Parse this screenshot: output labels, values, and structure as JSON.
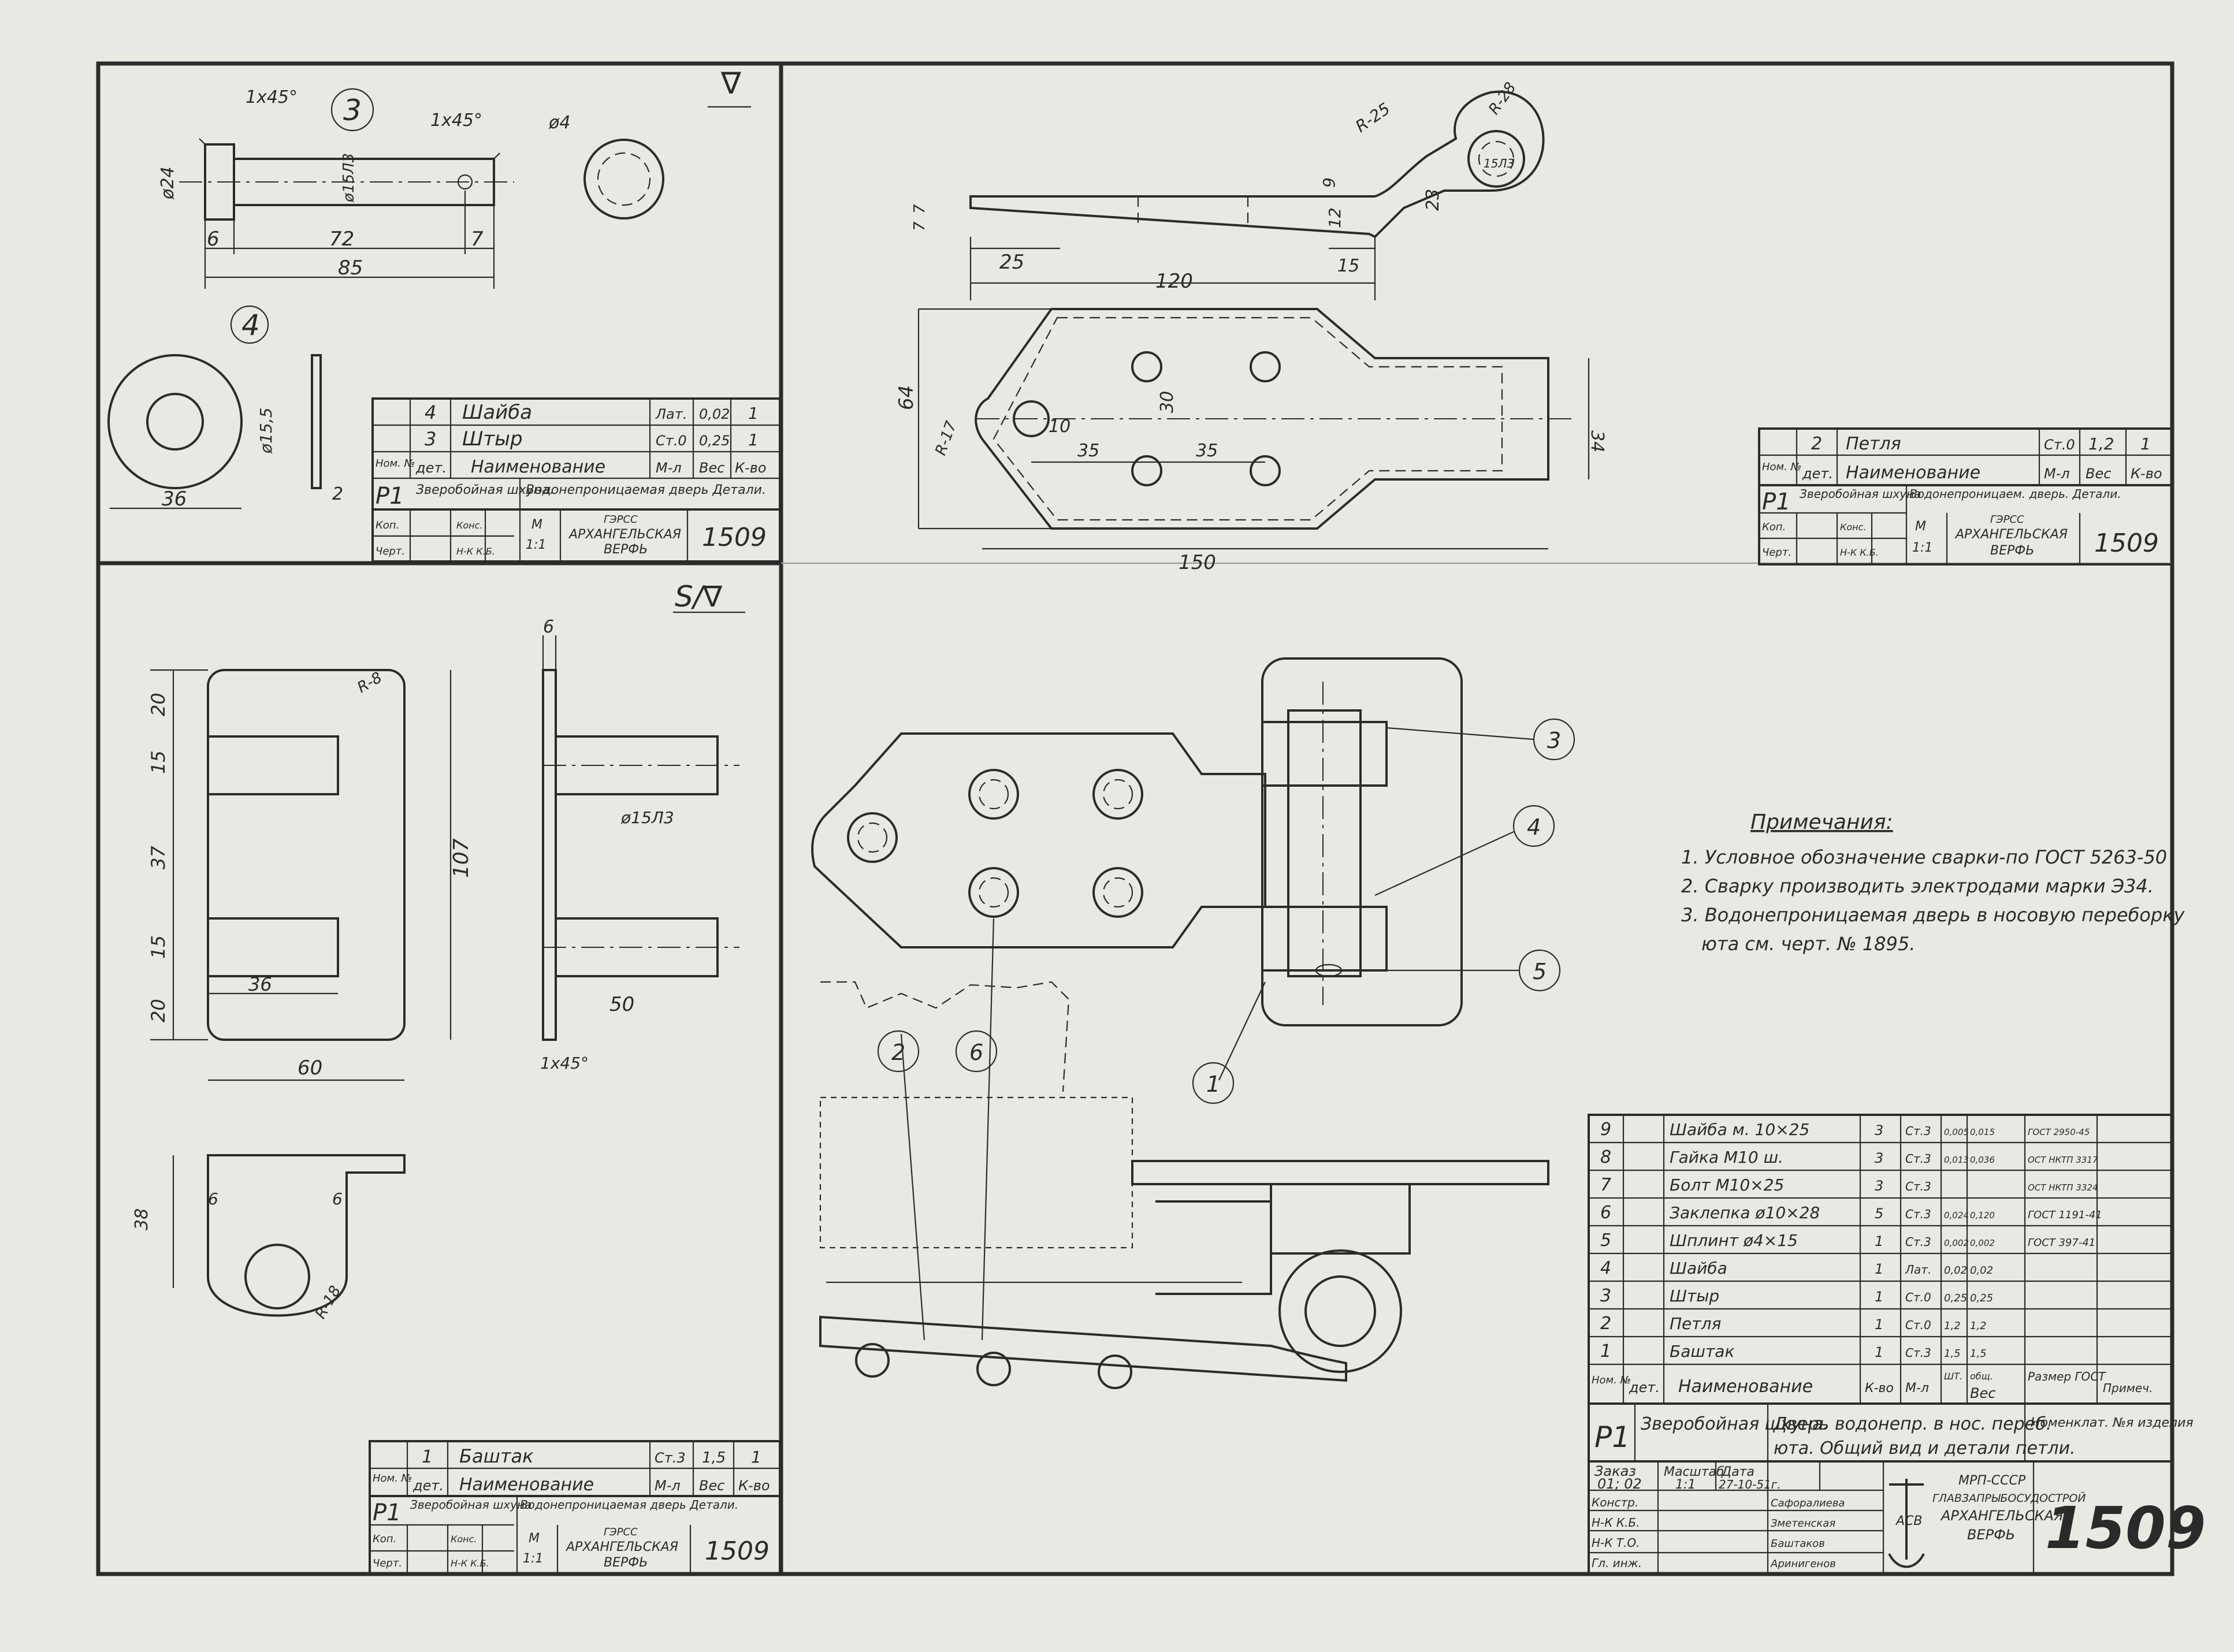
{
  "colors": {
    "paper": "#e9e8e3",
    "ink": "#2b2b2b",
    "faint_ink": "#9c9c98"
  },
  "top_left": {
    "rough": "∇",
    "pin_view": {
      "detail_num": "3",
      "chamfer_a": "1x45°",
      "chamfer_b": "1x45°",
      "dia_head": "ø24",
      "dia_shaft": "ø15Л3",
      "dia_hole": "ø4",
      "d6": "6",
      "d72": "72",
      "d7": "7",
      "d85": "85"
    },
    "washer_view": {
      "detail_num": "4",
      "dia_inner": "ø15,5",
      "d36": "36",
      "d2": "2"
    },
    "table": {
      "rows": [
        {
          "num": "4",
          "name": "Шайба",
          "mat": "Лат.",
          "weight": "0,02",
          "qty": "1"
        },
        {
          "num": "3",
          "name": "Штыр",
          "mat": "Ст.0",
          "weight": "0,25",
          "qty": "1"
        }
      ],
      "h_num": "Ном. №",
      "h_det": "дет.",
      "h_name": "Наименование",
      "h_mat": "М-л",
      "h_weight": "Вес",
      "h_qty": "К-во",
      "p1": "Р1",
      "ship": "Зверобойная шхуна.",
      "title": "Водонепроницаемая дверь Детали.",
      "kop": "Коп.",
      "chert": "Черт.",
      "kons": "Конс.",
      "nkkb": "Н-К К.Б.",
      "scale_m": "М",
      "scale": "1:1",
      "org1": "ГЭРСС",
      "org2": "АРХАНГЕЛЬСКАЯ",
      "org3": "ВЕРФЬ",
      "number": "1509"
    }
  },
  "top_right": {
    "dims": {
      "r25": "R-25",
      "r28": "R-28",
      "d15": "15Л3",
      "d9": "9",
      "d12": "12",
      "d23": "23",
      "d7a": "7",
      "d7b": "7",
      "d25": "25",
      "d120": "120",
      "d15b": "15",
      "d64": "64",
      "r17": "R-17",
      "d10": "10",
      "d30": "30",
      "d35a": "35",
      "d35b": "35",
      "d34": "34",
      "d150": "150"
    },
    "table": {
      "row": {
        "num": "2",
        "name": "Петля",
        "mat": "Ст.0",
        "weight": "1,2",
        "qty": "1"
      },
      "h_num": "Ном. №",
      "h_det": "дет.",
      "h_name": "Наименование",
      "h_mat": "М-л",
      "h_weight": "Вес",
      "h_qty": "К-во",
      "p1": "Р1",
      "ship": "Зверобойная шхуна",
      "title": "Водонепроницаем. дверь. Детали.",
      "kop": "Коп.",
      "chert": "Черт.",
      "kons": "Конс.",
      "nkkb": "Н-К К.Б.",
      "scale_m": "М",
      "scale": "1:1",
      "org1": "ГЭРСС",
      "org2": "АРХАНГЕЛЬСКАЯ",
      "org3": "ВЕРФЬ",
      "number": "1509"
    }
  },
  "bottom_left": {
    "rough": "S/∇",
    "dims": {
      "r8": "R-8",
      "d20a": "20",
      "d15a": "15",
      "d37": "37",
      "d15b": "15",
      "d20b": "20",
      "d36": "36",
      "d60": "60",
      "d107": "107",
      "d6": "6",
      "d15l3": "ø15Л3",
      "d50": "50",
      "chamfer": "1x45°",
      "d38": "38",
      "d6b": "6",
      "d6c": "6",
      "r18": "R-18"
    },
    "table": {
      "row": {
        "num": "1",
        "name": "Баштак",
        "mat": "Ст.3",
        "weight": "1,5",
        "qty": "1"
      },
      "h_num": "Ном. №",
      "h_det": "дет.",
      "h_name": "Наименование",
      "h_mat": "М-л",
      "h_weight": "Вес",
      "h_qty": "К-во",
      "p1": "Р1",
      "ship": "Зверобойная шхуна",
      "title": "Водонепроницаемая дверь Детали.",
      "kop": "Коп.",
      "chert": "Черт.",
      "kons": "Конс.",
      "nkkb": "Н-К К.Б.",
      "scale_m": "М",
      "scale": "1:1",
      "org1": "ГЭРСС",
      "org2": "АРХАНГЕЛЬСКАЯ",
      "org3": "ВЕРФЬ",
      "number": "1509"
    }
  },
  "assembly": {
    "callouts": [
      "3",
      "4",
      "5",
      "1",
      "2",
      "6"
    ]
  },
  "notes": {
    "title": "Примечания:",
    "items": [
      "1. Условное обозначение сварки-по ГОСТ 5263-50",
      "2. Сварку производить электродами марки Э34.",
      "3. Водонепроницаемая дверь в носовую переборку",
      "юта см. черт. № 1895."
    ]
  },
  "spec": {
    "rows": [
      {
        "num": "9",
        "name": "Шайба м. 10×25",
        "qty": "3",
        "mat": "Ст.3",
        "w1": "0,005",
        "w2": "0,015",
        "gost": "ГОСТ 2950-45"
      },
      {
        "num": "8",
        "name": "Гайка М10 ш.",
        "qty": "3",
        "mat": "Ст.3",
        "w1": "0,013",
        "w2": "0,036",
        "gost": "ОСТ НКТП 3317"
      },
      {
        "num": "7",
        "name": "Болт М10×25",
        "qty": "3",
        "mat": "Ст.3",
        "w1": "",
        "w2": "",
        "gost": "ОСТ НКТП 3324"
      },
      {
        "num": "6",
        "name": "Заклепка ø10×28",
        "qty": "5",
        "mat": "Ст.3",
        "w1": "0,024",
        "w2": "0,120",
        "gost": "ГОСТ 1191-41"
      },
      {
        "num": "5",
        "name": "Шплинт ø4×15",
        "qty": "1",
        "mat": "Ст.3",
        "w1": "0,002",
        "w2": "0,002",
        "gost": "ГОСТ 397-41"
      },
      {
        "num": "4",
        "name": "Шайба",
        "qty": "1",
        "mat": "Лат.",
        "w1": "0,02",
        "w2": "0,02",
        "gost": ""
      },
      {
        "num": "3",
        "name": "Штыр",
        "qty": "1",
        "mat": "Ст.0",
        "w1": "0,25",
        "w2": "0,25",
        "gost": ""
      },
      {
        "num": "2",
        "name": "Петля",
        "qty": "1",
        "mat": "Ст.0",
        "w1": "1,2",
        "w2": "1,2",
        "gost": ""
      },
      {
        "num": "1",
        "name": "Баштак",
        "qty": "1",
        "mat": "Ст.3",
        "w1": "1,5",
        "w2": "1,5",
        "gost": ""
      }
    ],
    "h_num": "Ном. №",
    "h_det": "дет.",
    "h_name": "Наименование",
    "h_qty": "К-во",
    "h_mat": "М-л",
    "h_unit": "ШТ.",
    "h_total": "общ.",
    "h_weight": "Вес",
    "h_size": "Размер ГОСТ",
    "h_note": "Примеч.",
    "p1": "Р1",
    "ship": "Зверобойная шхуна.",
    "title1": "Дверь водонепр. в нос. переб.",
    "title2": "юта. Общий вид и детали петли.",
    "nomen": "Номенклат. №я изделия",
    "zakaz": "Заказ",
    "zakaz_val": "01; 02",
    "masht": "Масштаб",
    "masht_val": "1:1",
    "data": "Дата",
    "data_val": "27-10-51г.",
    "roles": [
      "Констр.",
      "Н-К К.Б.",
      "Н-К Т.О.",
      "Гл. инж."
    ],
    "names": [
      "Сафоралиева",
      "Зметенская",
      "Баштаков",
      "Аринигенов"
    ],
    "org1": "МРП-СССР",
    "org2": "ГЛАВЗАПРЫБОСУДОСТРОЙ",
    "org3": "АРХАНГЕЛЬСКАЯ",
    "org4": "ВЕРФЬ",
    "logo": "АСВ",
    "number": "1509"
  }
}
